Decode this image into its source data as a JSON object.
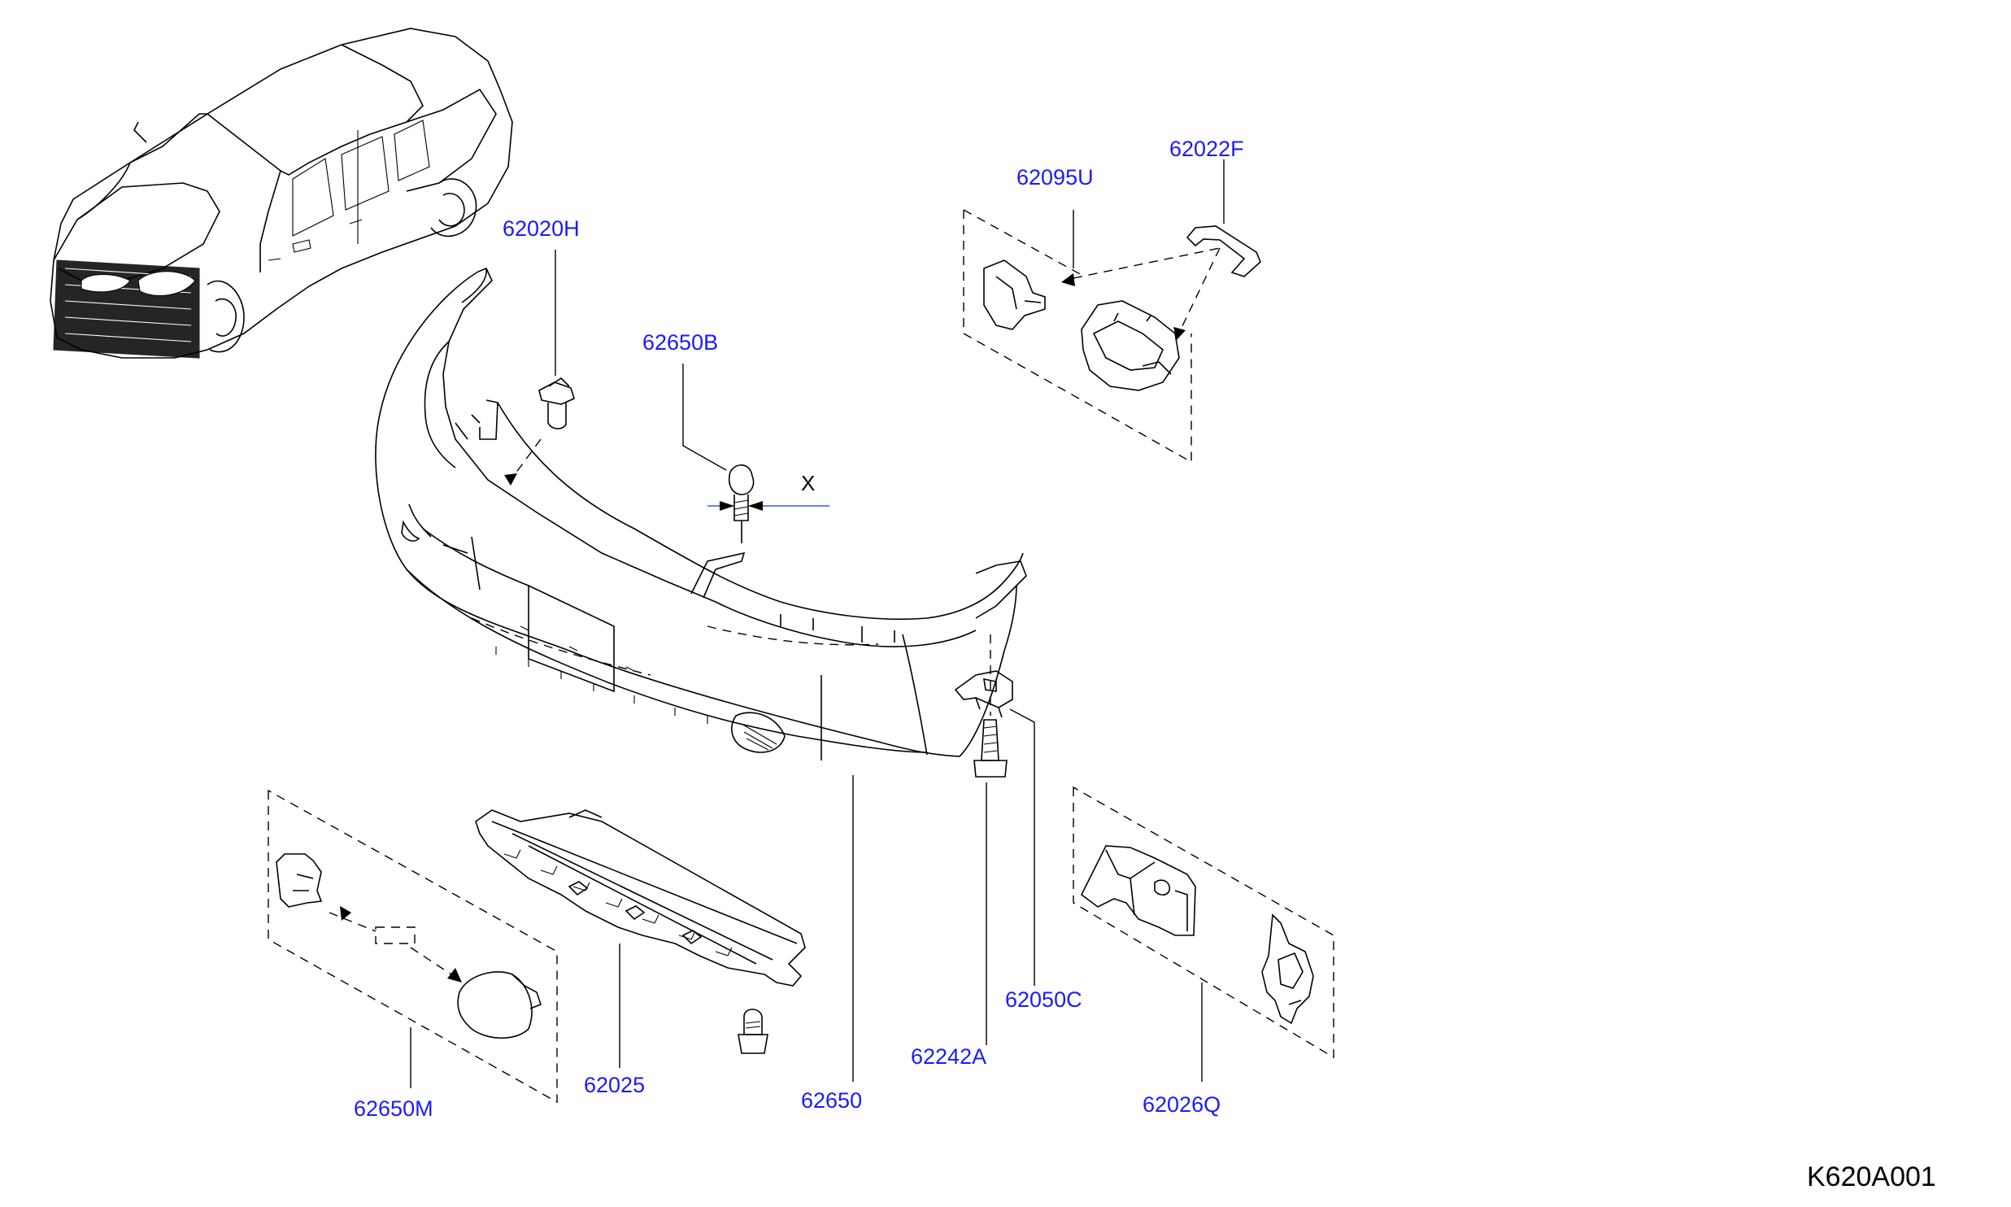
{
  "parts": [
    {
      "id": "p-62020H",
      "label": "62020H"
    },
    {
      "id": "p-62650B",
      "label": "62650B"
    },
    {
      "id": "p-62095U",
      "label": "62095U"
    },
    {
      "id": "p-62022F",
      "label": "62022F"
    },
    {
      "id": "p-62650M",
      "label": "62650M"
    },
    {
      "id": "p-62025",
      "label": "62025"
    },
    {
      "id": "p-62650",
      "label": "62650"
    },
    {
      "id": "p-62242A",
      "label": "62242A"
    },
    {
      "id": "p-62050C",
      "label": "62050C"
    },
    {
      "id": "p-62026Q",
      "label": "62026Q"
    }
  ],
  "dimension_label": "X",
  "figure_code": "K620A001",
  "colors": {
    "label": "#1a1aff",
    "line": "#000000",
    "dimension": "#3b5bd6"
  }
}
